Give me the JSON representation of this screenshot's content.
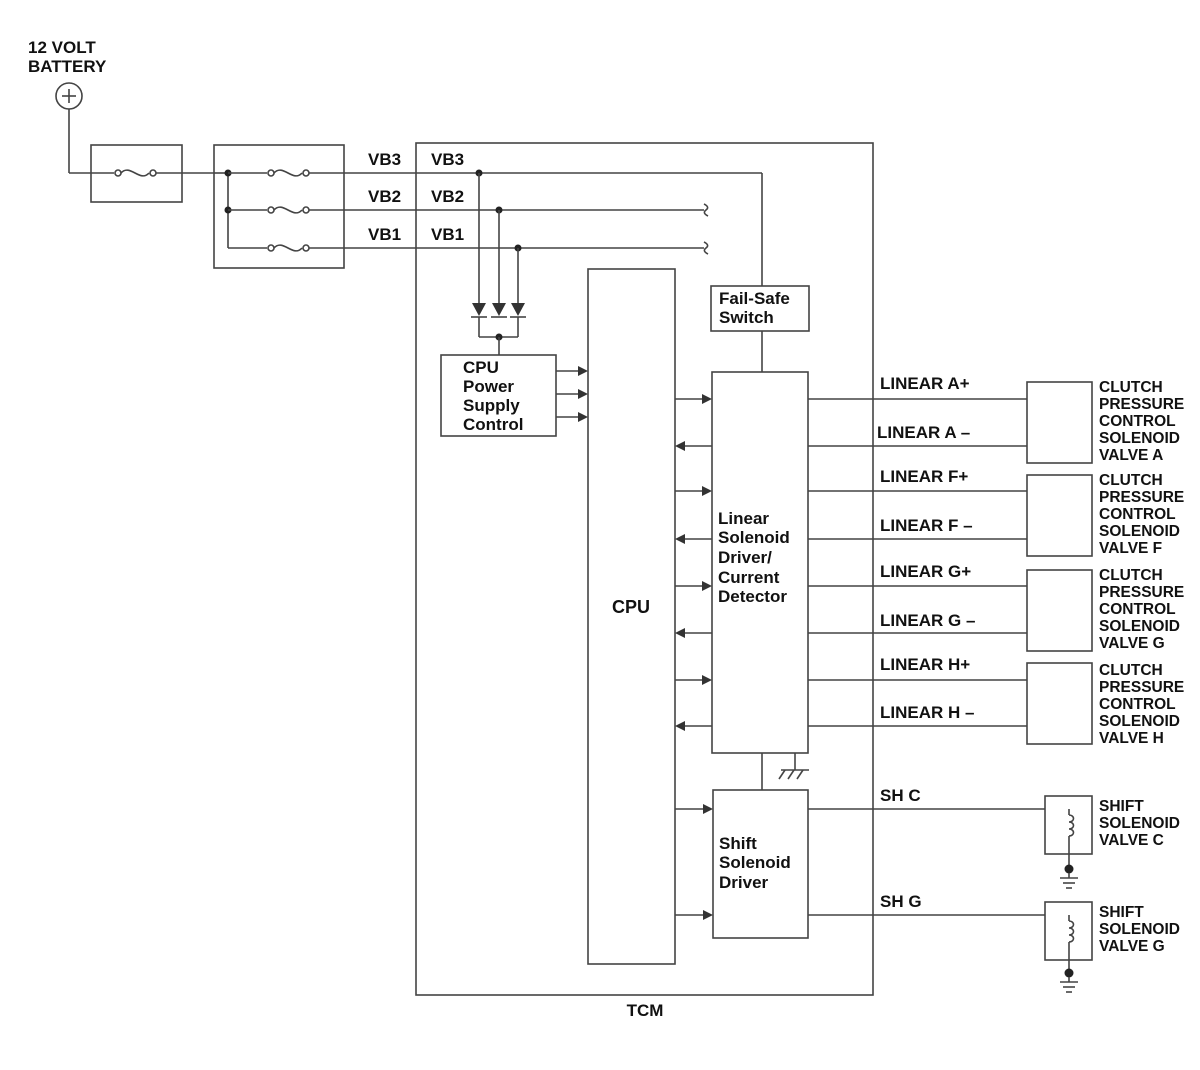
{
  "battery": {
    "line1": "12 VOLT",
    "line2": "BATTERY"
  },
  "rails": {
    "vb3_out": "VB3",
    "vb3_in": "VB3",
    "vb2_out": "VB2",
    "vb2_in": "VB2",
    "vb1_out": "VB1",
    "vb1_in": "VB1"
  },
  "tcm_label": "TCM",
  "cpu_label": "CPU",
  "cpu_power": [
    "CPU",
    "Power",
    "Supply",
    "Control"
  ],
  "fail_safe": [
    "Fail-Safe",
    "Switch"
  ],
  "linear_driver": [
    "Linear",
    "Solenoid",
    "Driver/",
    "Current",
    "Detector"
  ],
  "shift_driver": [
    "Shift",
    "Solenoid",
    "Driver"
  ],
  "linear_signals": [
    {
      "plus": "LINEAR A+",
      "minus": "LINEAR A –"
    },
    {
      "plus": "LINEAR F+",
      "minus": "LINEAR F –"
    },
    {
      "plus": "LINEAR G+",
      "minus": "LINEAR G –"
    },
    {
      "plus": "LINEAR H+",
      "minus": "LINEAR H –"
    }
  ],
  "clutch_valves": [
    [
      "CLUTCH",
      "PRESSURE",
      "CONTROL",
      "SOLENOID",
      "VALVE A"
    ],
    [
      "CLUTCH",
      "PRESSURE",
      "CONTROL",
      "SOLENOID",
      "VALVE F"
    ],
    [
      "CLUTCH",
      "PRESSURE",
      "CONTROL",
      "SOLENOID",
      "VALVE G"
    ],
    [
      "CLUTCH",
      "PRESSURE",
      "CONTROL",
      "SOLENOID",
      "VALVE H"
    ]
  ],
  "shift_signals": [
    "SH C",
    "SH G"
  ],
  "shift_valves": [
    [
      "SHIFT",
      "SOLENOID",
      "VALVE C"
    ],
    [
      "SHIFT",
      "SOLENOID",
      "VALVE G"
    ]
  ]
}
